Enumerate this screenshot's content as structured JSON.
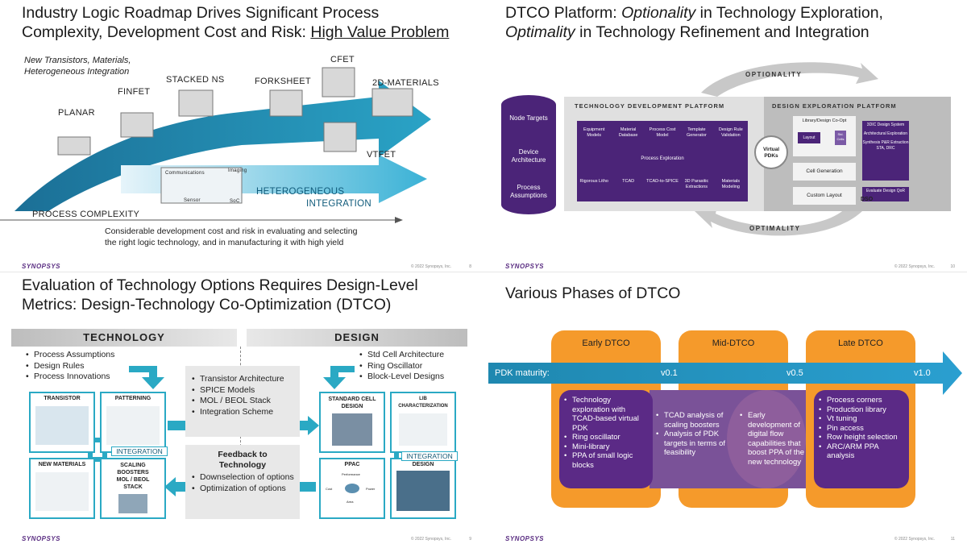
{
  "footer": {
    "logo": "SYNOPSYS",
    "copyright": "© 2022 Synopsys, Inc."
  },
  "slide1": {
    "title_line1": "Industry Logic Roadmap Drives Significant Process",
    "title_line2": "Complexity, Development Cost and Risk: ",
    "title_underlined": "High Value Problem",
    "intro_line1": "New Transistors, Materials,",
    "intro_line2": "Heterogeneous Integration",
    "labels": [
      "PLANAR",
      "FINFET",
      "STACKED NS",
      "FORKSHEET",
      "CFET",
      "2D-MATERIALS",
      "VTFET"
    ],
    "het_line1": "HETEROGENEOUS",
    "het_line2": "INTEGRATION",
    "het_img_label1": "Communications",
    "het_img_label2": "Imaging",
    "het_img_label3": "Sensor",
    "het_img_label4": "SoC",
    "axis_label": "PROCESS COMPLEXITY",
    "note_line1": "Considerable development cost and risk in evaluating and selecting",
    "note_line2": "the right logic technology, and in manufacturing it with high yield",
    "page": "8"
  },
  "slide2": {
    "title_line1_a": "DTCO Platform: ",
    "title_line1_b": "Optionality",
    "title_line1_c": " in Technology Exploration,",
    "title_line2_a": "Optimality",
    "title_line2_b": " in Technology Refinement and Integration",
    "optionality": "OPTIONALITY",
    "optimality": "OPTIMALITY",
    "cylinder_items": [
      "Node Targets",
      "Device Architecture",
      "Process Assumptions"
    ],
    "tdp_title": "TECHNOLOGY DEVELOPMENT PLATFORM",
    "dep_title": "DESIGN EXPLORATION PLATFORM",
    "tdp_top": [
      "Equipment Models",
      "Material Database",
      "Process Cost Model",
      "Template Generator",
      "Design Rule Validation"
    ],
    "process_exploration": "Process Exploration",
    "tdp_bottom": [
      "Rigorous Litho",
      "TCAD",
      "TCAD-to-SPICE",
      "3D Parasitic Extractions",
      "Materials Modeling"
    ],
    "virtual_pdks": "Virtual PDKs",
    "lib_design": "Library/Design Co-Opt",
    "layout": "Layout",
    "std_cells": "Std. Cells",
    "cell_generation": "Cell Generation",
    "custom_layout": "Custom Layout",
    "dso": "DSO",
    "right_items": [
      "3DIC Design System",
      "Architectural Exploration",
      "Synthesis P&R Extraction STA, DRC",
      "Evaluate Design QoR"
    ],
    "page": "10"
  },
  "slide3": {
    "title_line1": "Evaluation of Technology Options Requires Design-Level",
    "title_line2": "Metrics: Design-Technology Co-Optimization (DTCO)",
    "technology": "TECHNOLOGY",
    "design": "DESIGN",
    "tech_bullets": [
      "Process Assumptions",
      "Design Rules",
      "Process Innovations"
    ],
    "design_bullets": [
      "Std Cell Architecture",
      "Ring Oscillator",
      "Block-Level Designs"
    ],
    "center_bullets": [
      "Transistor Architecture",
      "SPICE Models",
      "MOL / BEOL Stack",
      "Integration Scheme"
    ],
    "feedback_title_1": "Feedback to",
    "feedback_title_2": "Technology",
    "feedback_bullets": [
      "Downselection of options",
      "Optimization of options"
    ],
    "boxes": {
      "transistor": "TRANSISTOR",
      "patterning": "PATTERNING",
      "new_materials": "NEW MATERIALS",
      "scaling_1": "SCALING",
      "scaling_2": "BOOSTERS",
      "scaling_3": "MOL / BEOL",
      "scaling_4": "STACK",
      "std_cell_1": "STANDARD CELL",
      "std_cell_2": "DESIGN",
      "lib_1": "LIB",
      "lib_2": "CHARACTERIZATION",
      "ppac": "PPAC",
      "design_box": "DESIGN"
    },
    "integration": "INTEGRATION",
    "ppac_diagram": [
      "Performance",
      "Cost",
      "Power",
      "Area"
    ],
    "page": "9"
  },
  "slide4": {
    "title": "Various Phases of DTCO",
    "phases": [
      "Early DTCO",
      "Mid-DTCO",
      "Late DTCO"
    ],
    "pdk_label": "PDK maturity:",
    "versions": [
      "v0.1",
      "v0.5",
      "v1.0"
    ],
    "early_items": [
      "Technology exploration with TCAD-based virtual PDK",
      "Ring oscillator",
      "Mini-library",
      "PPA of small logic blocks"
    ],
    "mid_a_items": [
      "TCAD analysis of scaling boosters",
      "Analysis of PDK targets in terms of feasibility"
    ],
    "mid_b_items": [
      "Early development of digital flow capabilities that boost PPA of the new technology"
    ],
    "late_items": [
      "Process corners",
      "Production library",
      "Vt tuning",
      "Pin access",
      "Row height selection",
      "ARC/ARM PPA analysis"
    ],
    "page": "11"
  }
}
